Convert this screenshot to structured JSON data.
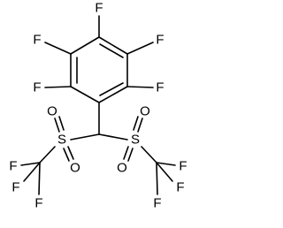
{
  "molecule": {
    "atoms": {
      "f_top": "F",
      "f_upper_left": "F",
      "f_upper_right": "F",
      "f_lower_left": "F",
      "f_lower_right": "F",
      "s_left": "S",
      "s_right": "S",
      "o_left_upper": "O",
      "o_left_lower": "O",
      "o_right_upper": "O",
      "o_right_lower": "O",
      "cf3_left_f1": "F",
      "cf3_left_f2": "F",
      "cf3_left_f3": "F",
      "cf3_right_f1": "F",
      "cf3_right_f2": "F",
      "cf3_right_f3": "F"
    }
  }
}
